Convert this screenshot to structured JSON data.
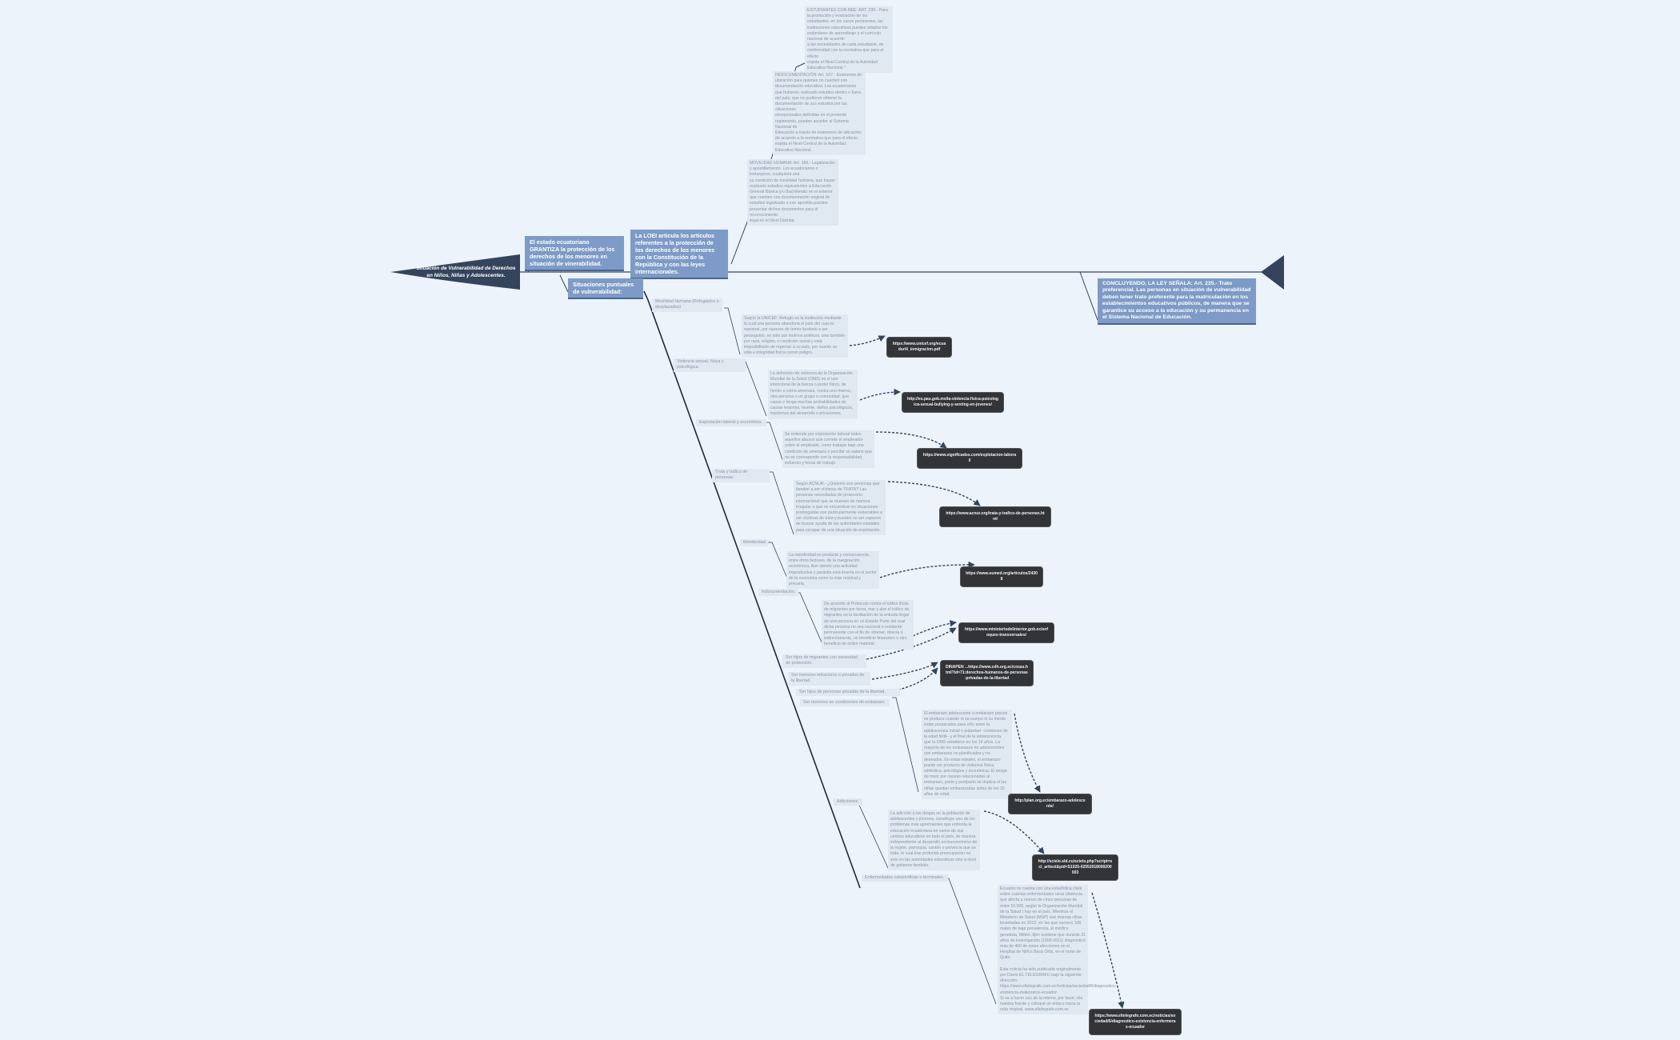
{
  "diagram": {
    "type": "fishbone",
    "title": "Situación de Vulnerabilidad de Derechos en Niños, Niñas y Adolescentes.",
    "colors": {
      "background": "#ecf3fa",
      "dark": "#34445c",
      "topic": "#7d9bc6",
      "note": "#e0e8f1",
      "link": "#323438"
    },
    "topics": {
      "garantiza": "El estado ecuatoriano GRANTIZA la protección de los derechos de los menores en situación de vinerabilidad.",
      "loei": "La LOEI articula los artículos referentes a la protección de los derechos de los menores con la Constitución de la República y con las leyes internacionales.",
      "situaciones": "Situaciones puntuales de vulnerabilidad:",
      "concluyendo": "CONCLUYENDO, LA LEY SEÑALA: Art. 235.- Trato preferencial. Las personas en situación de vulnerabilidad deben tener trato preferente para la matriculación en los establecimientos educativos públicos, de manera que se garantice su acceso a la educación y su permanencia en el Sistema Nacional de Educación."
    },
    "loei_notes": [
      "ESTUDIANTES CON NEE: ART. 230.- Para la promoción y evaluación de los estudiantes, en los casos pertinentes, las instituciones educativas pueden adaptar los estándares de aprendizaje y el currículo nacional de acuerdo\na las necesidades de cada estudiante, de conformidad con la normativa que para el efecto\nexpida el Nivel Central de la Autoridad Educativa Nacional.\"",
      "INDOCUMENTACIÓN: Art. 167.- Exámenes de ubicación para quienes no cuenten con documentación educativa. Los ecuatorianos que hubieren realizado estudios dentro o fuera del país, que no pudieren obtener la documentación de sus estudios por las situaciones\nexcepcionales definidas en el presente reglamento, pueden acceder al Sistema Nacional de\nEducación a través de exámenes de ubicación, de acuerdo a la normativa que para el efecto\nexpida el Nivel Central de la Autoridad Educativa Nacional.",
      "MOVILIDAD HUMANA: Art. 166.- Legalización y apostillamiento. Los ecuatorianos o extranjeros, cualquiera sea\nsu condición de movilidad humana, que hayan realizado estudios equivalentes a Educación\nGeneral Básica y/o Bachillerato en el exterior que cuenten con documentación original de estudios legalizado o con apostilla pueden presentar dichos documentos para el reconocimiento\nlegal en el Nivel Distrital."
    ],
    "situations": [
      {
        "label": "Movilidad Humana (Refugiados o desplazados)",
        "note": "Según la UNICEF: Refugio es la institución mediante la cual una persona abandona el país del cual es nacional, por razones de temor fundado a ser perseguido, no sólo por motivos políticos, sino también por raza, religión, o condición social y está imposibilitado de regresar a su país, por cuanto su vida e integridad física corren peligro.",
        "link": "https://www.unicef.org/ecuador/4_inmigracion.pdf"
      },
      {
        "label": "Violencia sexual, física y psicológica.",
        "note": "La definición de violencia de la Organización Mundial de la Salud (OMS) es el uso intencional de la fuerza o poder físico, de hecho o como amenaza, contra uno mismo, otra persona o un grupo o comunidad, que cause o tenga muchas probabilidades de causar lesiones, muerte, daños psicológicos, trastornos del desarrollo o privaciones.",
        "link": "http://es.pas.gob.mx/la-violencia-fisica-psicologica-sexual-bullying-y-sexting-en-jovenes/"
      },
      {
        "label": "Explotación laboral y económica.",
        "note": "Se entiende por explotación laboral todos aquellos abusos que comete el empleador sobre el empleado, como trabajar bajo una condición de amenaza o percibir un salario que no se corresponde con la responsabilidad, esfuerzo y horas de trabajo.",
        "link": "https://www.significados.com/explotacion-laboral/"
      },
      {
        "label": "Trata y tráfico de personas.",
        "note": "Según ACNUR.- ¿Quiénes son personas que tienden a ser víctimas de TRATA? Las personas necesitadas de protección internacional que se mueven de manera irregular o que se encuentran en situaciones prolongadas son particularmente vulnerables a ser víctimas de trata y pueden no ser capaces de buscar ayuda de las autoridades estatales para escapar de una situación de explotación.",
        "link": "https://www.acnur.org/trata-y-trafico-de-personas.html"
      },
      {
        "label": "Mendicidad.",
        "note": "La mendicidad es producto y consecuencia, entre otros factores, de la marginación económica. Aun siendo una actividad improductiva y parásita está inserta en el sector de la economía como la más residual y precaria.",
        "link": "https://www.eumed.org/articulos/24308"
      },
      {
        "label": "Indocumentación.",
        "note": "De acuerdo al Protocolo contra el tráfico ilícito de migrantes por tierra, mar y aire el tráfico de migrantes es la facilitación de la entrada ilegal de una persona en un Estado Parte del cual dicha persona no sea nacional o residente permanente con el fin de obtener, directa o indirectamente, un beneficio financiero u otro beneficio de orden material.",
        "link": "https://www.ministeriodelinterior.gob.ec/enfoques-transversales/"
      },
      {
        "label": "Ser hijos de migrantes con necesidad de protección."
      },
      {
        "label": "Ser menores infractores o privados de la libertad."
      },
      {
        "label": "Ser hijos de personas privadas de la libertad.",
        "link": "DINAPEN ...https://www.cdh.org.ec/cosas.html?id=71:derechos-humanos-de-personas-privadas-de-la-libertad"
      },
      {
        "label": "Ser menores en condiciones de embarazo.",
        "note": "El embarazo adolescente o embarazo precoz se produce cuando ni su cuerpo ni su mente están preparados para ello; entre la adolescencia inicial o pubertad –comienzo de la edad fértil– y el final de la adolescencia, que la OMS establece en los 19 años. La mayoría de los embarazos en adolescentes son embarazos no planificados y no deseados. En estas edades, el embarazo puede ser producto de violencia física, simbólica, psicológica y económica. El riesgo de morir por causas relacionadas al embarazo, parto y postparto se duplica si las niñas quedan embarazadas antes de los 15 años de edad.",
        "link": "http://plan.org.ec/embarazo-adolescente/"
      },
      {
        "label": "Adicciones.",
        "note": "La adicción a las drogas en la población de adolescentes y jóvenes, constituye uno de los problemas más apremiantes que enfrenta la educación ecuatoriana en varios de sus centros educativos en todo el país, de manera independiente al desarrollo socioeconómico de la región, parroquia, cantón o provincia que se trate, lo cual trae profunda preocupación no solo en las autoridades educativas sino a nivel de gobierno también.",
        "link": "http://scielo.sld.cu/scielo.php?script=sci_arttext&pid=S1025-02552018000200003"
      },
      {
        "label": "Enfermedades catastróficas o terminales.",
        "note": "Ecuador no cuenta con una estadística clara sobre cuántas enfermedades raras (dolencia que afecta a menos de cinco personas de entre 10.000, según la Organización Mundial de la Salud ) hay en el país. Mientras el Ministerio de Salud (MSP) aún maneja cifras levantadas en 2012, en las que numeró 106 males de baja prevalencia, el médico genetista, Milton Jijón sostiene que durante 21 años de investigación (1990-2011) diagnosticó más de 400 de estas afecciones en el Hospital de Niños Baca Ortiz, en el norte de Quito.\n\nEsta noticia ha sido publicada originalmente por Diario EL TELÉGRAFO bajo la siguiente dirección: https://www.eltelegrafo.com.ec/noticias/sociedad/6/diagnostico-existencia-malesraros-ecuador\nSi va a hacer uso de la misma, por favor, cite nuestra fuente y coloque un enlace hacia la nota original. www.eltelegrafo.com.ec",
        "link": "https://www.eltelegrafo.com.ec/noticias/sociedad/6/diagnostico-existencia-enfermeras-ecuador"
      }
    ]
  }
}
